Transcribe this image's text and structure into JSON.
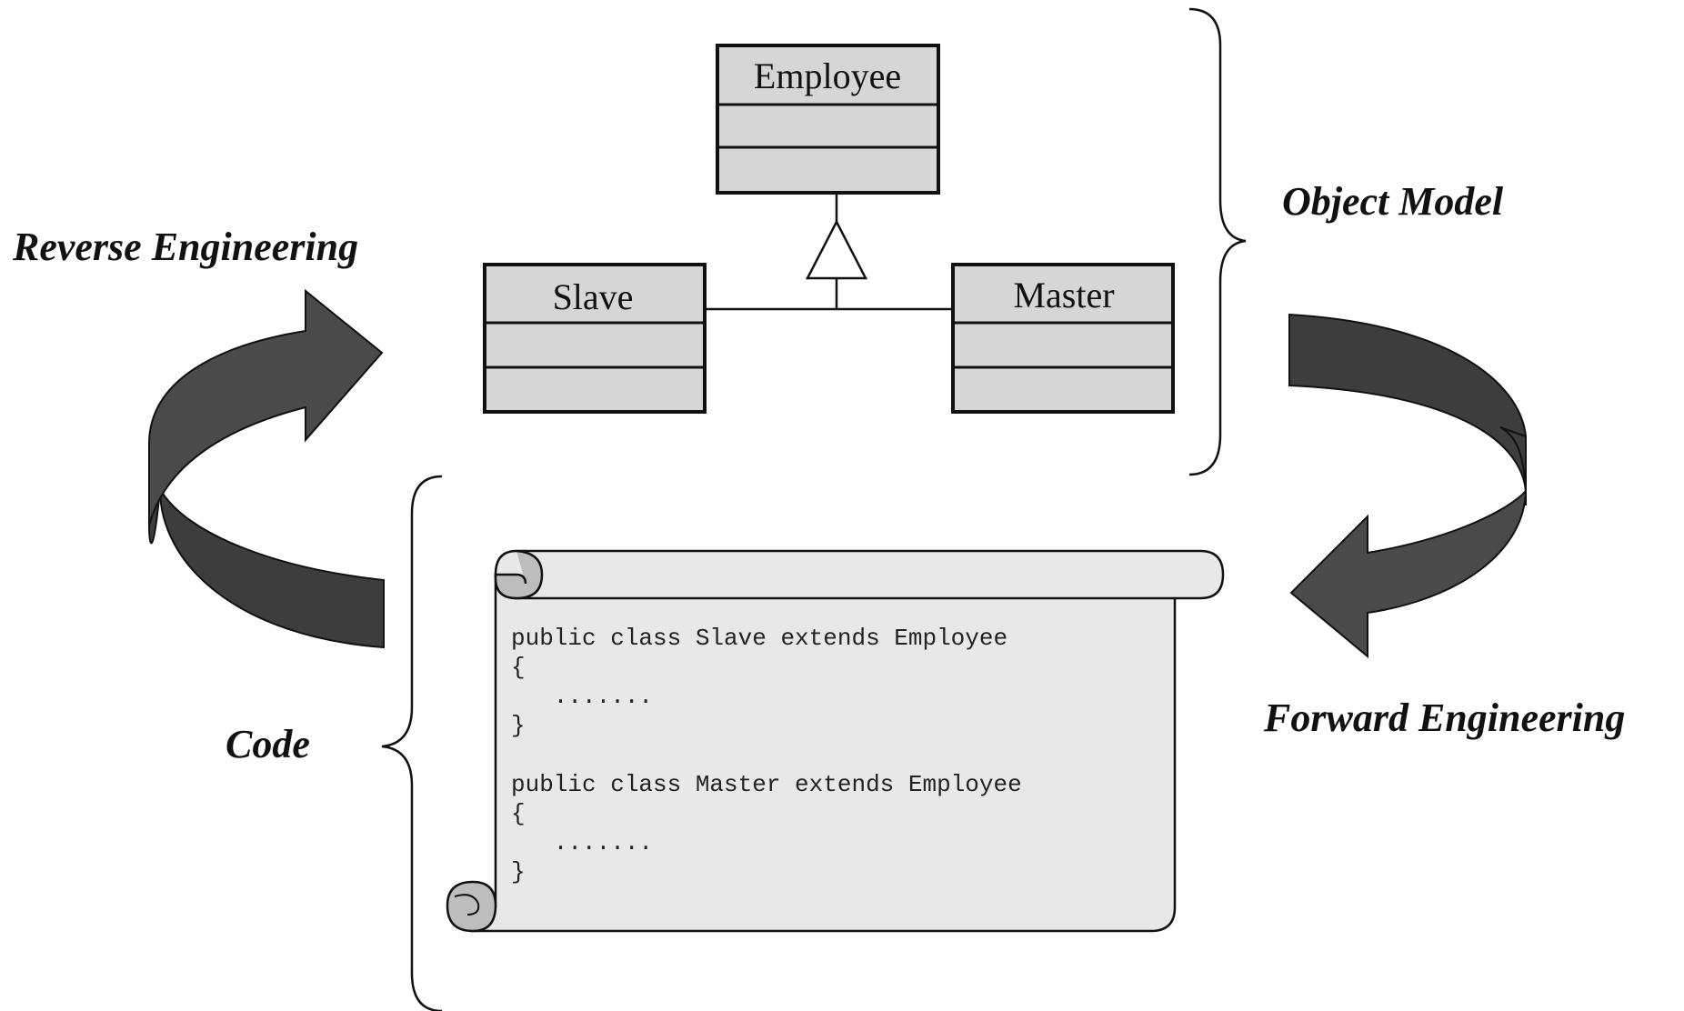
{
  "labels": {
    "object_model": "Object Model",
    "reverse_engineering": "Reverse Engineering",
    "forward_engineering": "Forward Engineering",
    "code": "Code"
  },
  "classes": {
    "employee": "Employee",
    "slave": "Slave",
    "master": "Master"
  },
  "code_lines": [
    "public class Slave extends Employee",
    "{",
    "   .......",
    "}",
    "",
    "public class Master extends Employee",
    "{",
    "   .......",
    "}"
  ],
  "colors": {
    "class_fill": "#d6d6d6",
    "scroll_fill": "#e8e8e8",
    "arrow_dark": "#3d3d3d",
    "arrow_mid": "#4f4f4f",
    "curl_fill": "#bdbdbd"
  }
}
